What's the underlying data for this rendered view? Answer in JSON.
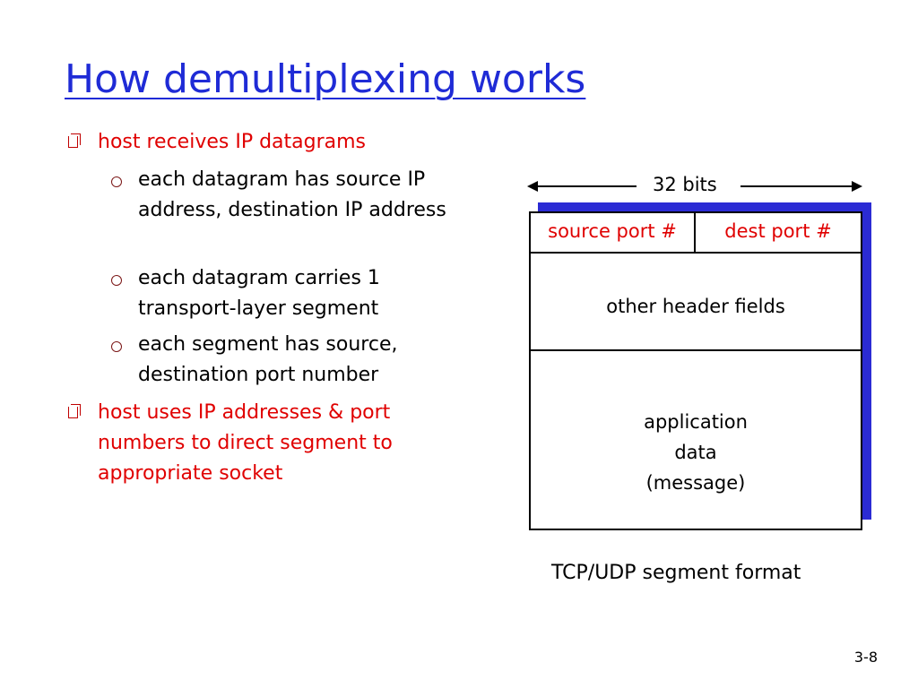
{
  "slide": {
    "title": "How demultiplexing works",
    "page_number": "3-8"
  },
  "bullets": [
    {
      "level": 1,
      "text": "host receives IP datagrams"
    },
    {
      "level": 2,
      "text": "each datagram has source IP address, destination IP address"
    },
    {
      "level": 2,
      "text": "each datagram carries 1 transport-layer segment"
    },
    {
      "level": 2,
      "text": "each segment has source, destination port number"
    },
    {
      "level": 1,
      "text": "host uses IP addresses & port numbers to direct segment to appropriate socket"
    }
  ],
  "diagram": {
    "width_label": "32 bits",
    "source_port": "source port #",
    "dest_port": "dest port #",
    "header_fields": "other header fields",
    "data_line1": "application",
    "data_line2": "data",
    "data_line3": "(message)",
    "caption": "TCP/UDP segment format",
    "colors": {
      "shadow": "#2b2bd4",
      "title": "#1f2bd6",
      "highlight": "#e00000"
    }
  }
}
